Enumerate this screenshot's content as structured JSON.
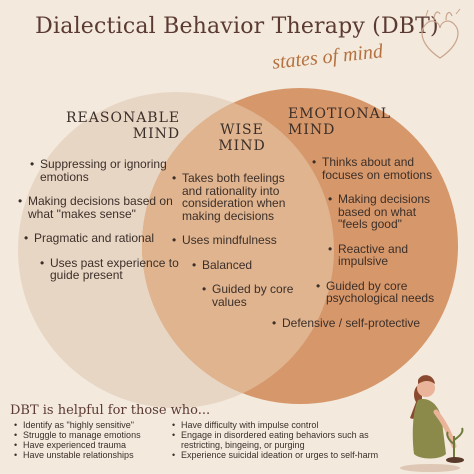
{
  "title": "Dialectical Behavior Therapy (DBT)",
  "subtitle": "states of mind",
  "colors": {
    "background": "#f3e9dd",
    "reasonable_circle": "#e8d6c5",
    "emotional_circle": "#d6976a",
    "overlap": "#dfb48f",
    "accent": "#b5713f"
  },
  "reasonable": {
    "header": [
      "REASONABLE",
      "MIND"
    ],
    "items": [
      "Suppressing or ignoring emotions",
      "Making decisions based on what \"makes sense\"",
      "Pragmatic and rational",
      "Uses past experience to guide present"
    ]
  },
  "wise": {
    "header": [
      "WISE",
      "MIND"
    ],
    "items": [
      "Takes both feelings and rationality into consideration when making decisions",
      "Uses mindfulness",
      "Balanced",
      "Guided by core values"
    ]
  },
  "emotional": {
    "header": [
      "EMOTIONAL",
      "MIND"
    ],
    "items": [
      "Thinks about and focuses on emotions",
      "Making decisions based on what \"feels good\"",
      "Reactive and impulsive",
      "Guided by core psychological needs",
      "Defensive / self-protective"
    ]
  },
  "helpful": {
    "title": "DBT is helpful for those who...",
    "left": [
      "Identify as \"highly sensitive\"",
      "Struggle to manage emotions",
      "Have experienced trauma",
      "Have unstable relationships"
    ],
    "right": [
      "Have difficulty with impulse control",
      "Engage in disordered eating behaviors such as restricting, bingeing, or purging",
      "Experience suicidal ideation or urges to self-harm"
    ]
  }
}
